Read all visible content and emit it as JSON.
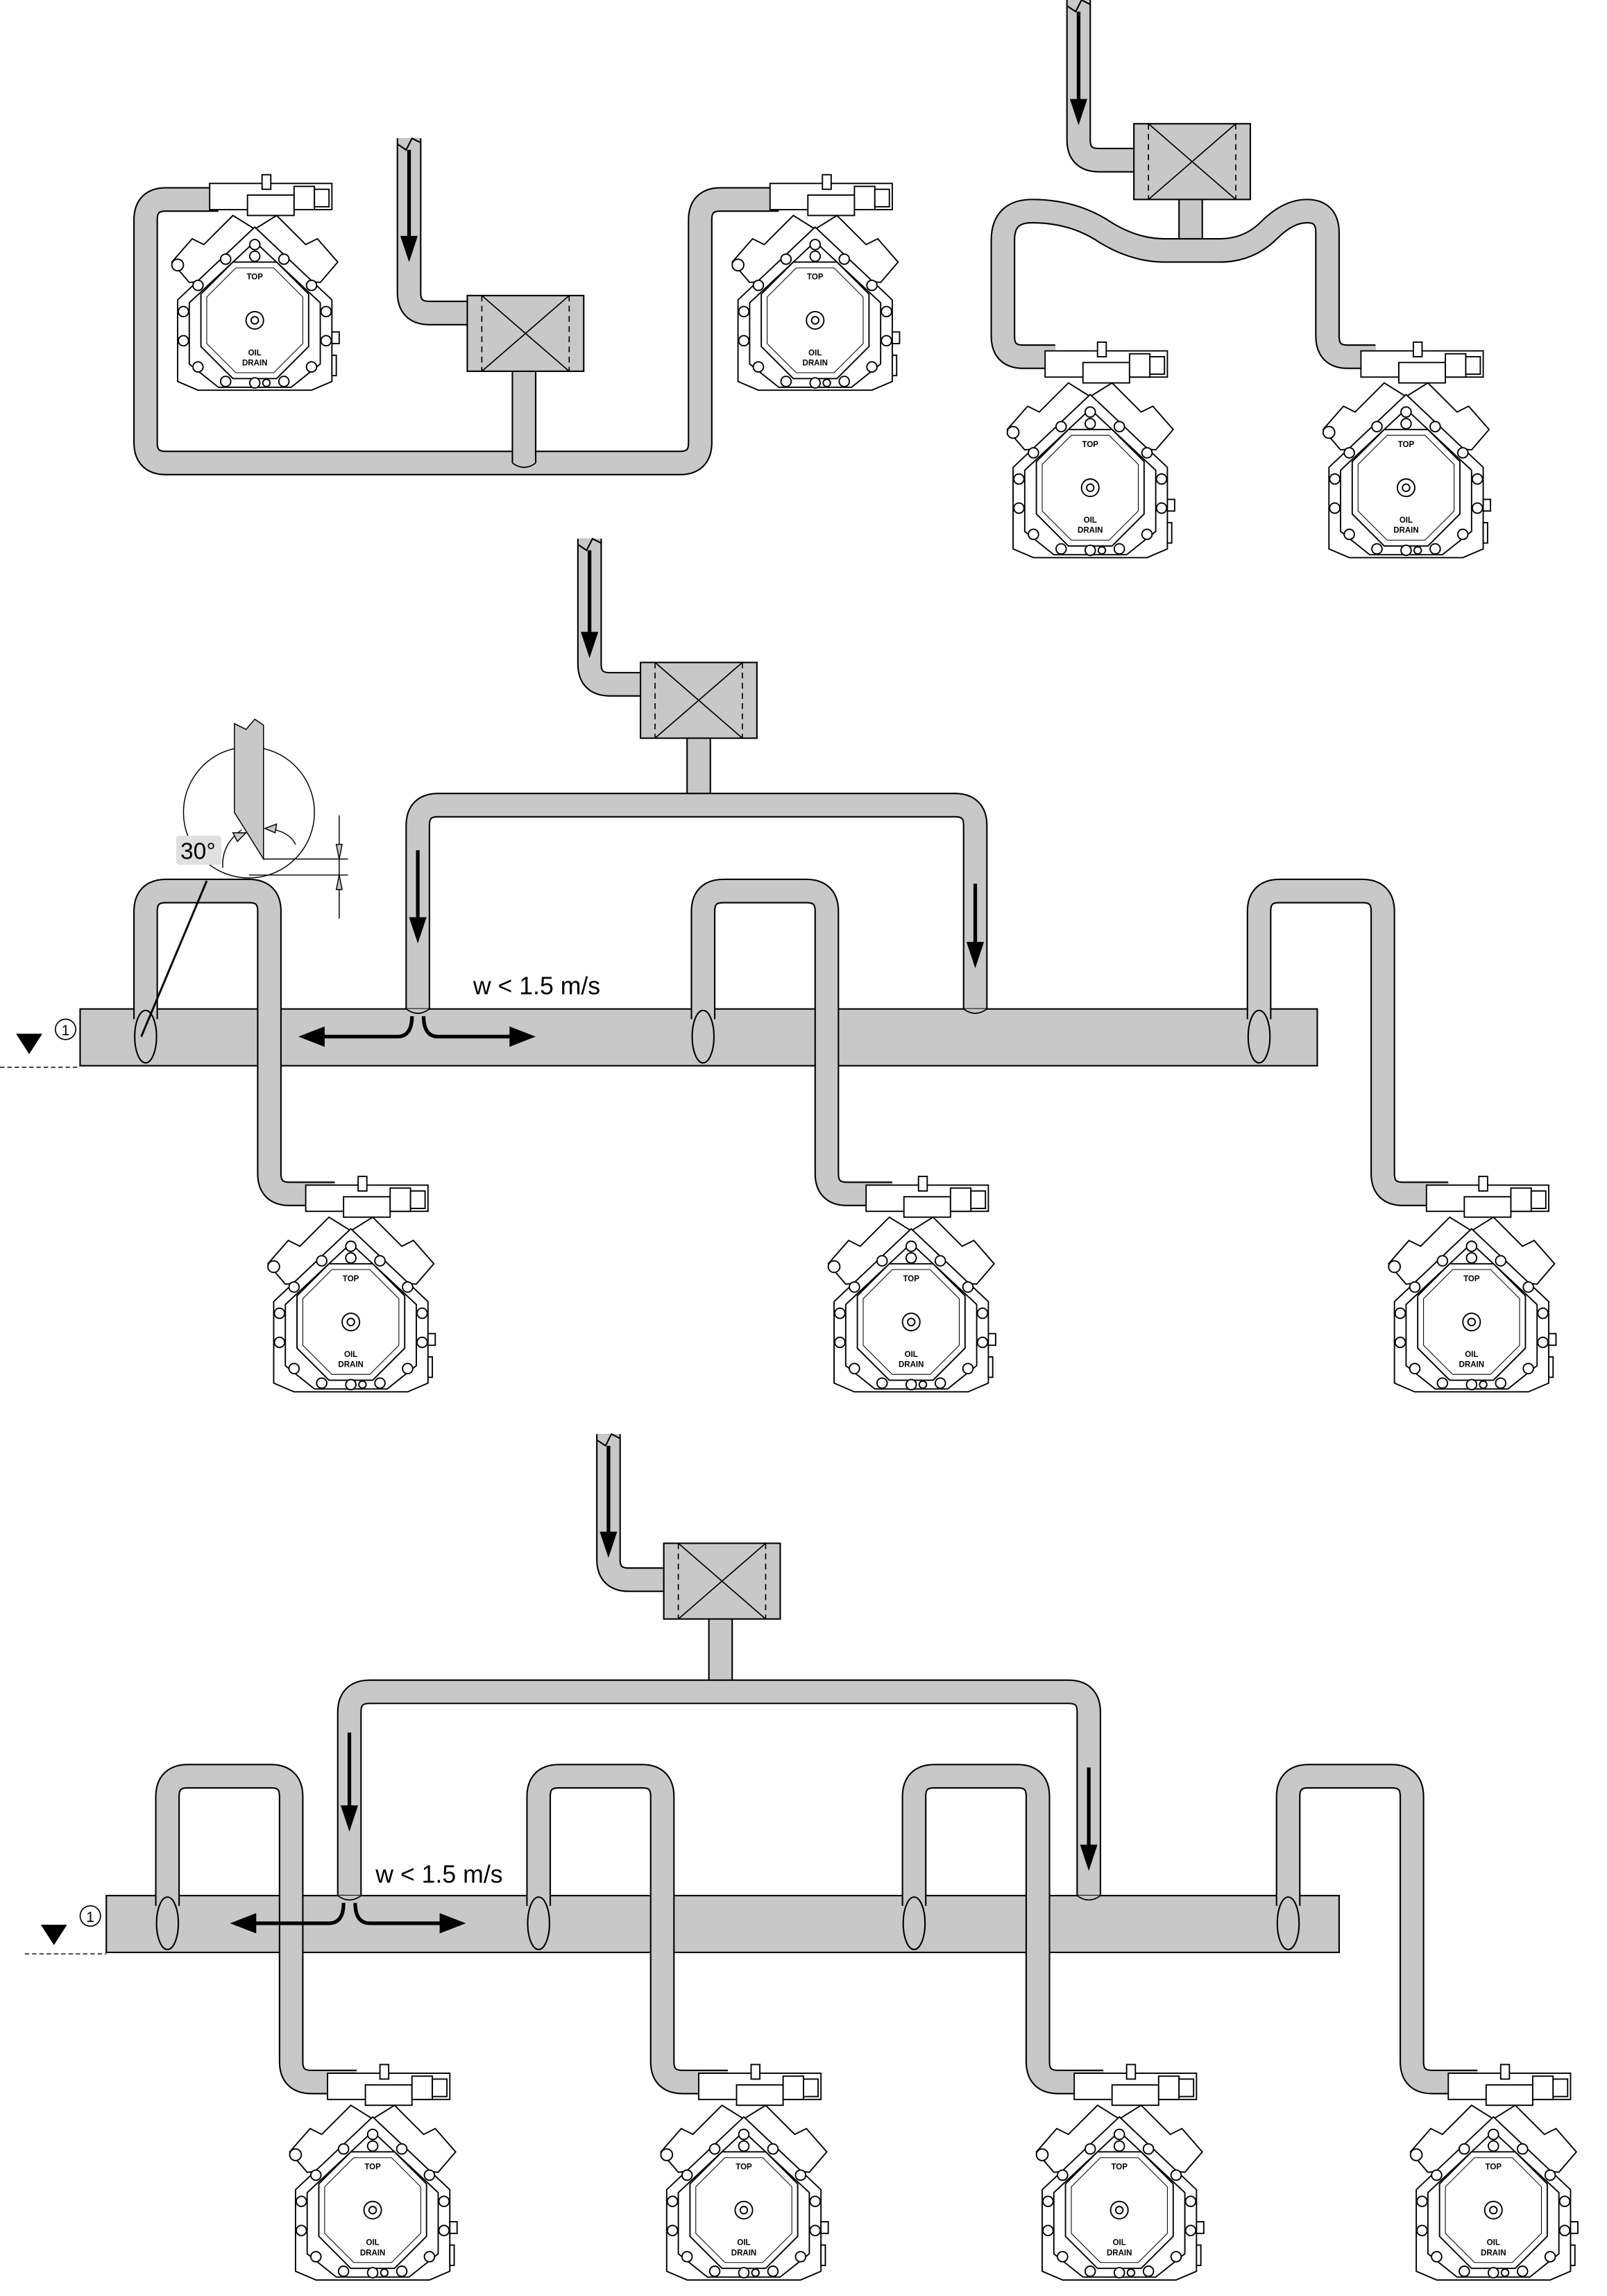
{
  "colors": {
    "pipe_fill": "#c8c8c8",
    "outline": "#000000",
    "background": "#ffffff",
    "label_bg": "#e0e0e0"
  },
  "compressor": {
    "top_label": "TOP",
    "oil_label": "OIL",
    "drain_label": "DRAIN"
  },
  "diagram3": {
    "angle_label": "30°",
    "velocity_label": "w < 1.5 m/s",
    "level_marker": "1"
  },
  "diagram4": {
    "velocity_label": "w < 1.5 m/s",
    "level_marker": "1"
  },
  "icons": [
    "flow-arrow-icon",
    "filter-drier-icon",
    "level-triangle-icon",
    "compressor-icon"
  ]
}
